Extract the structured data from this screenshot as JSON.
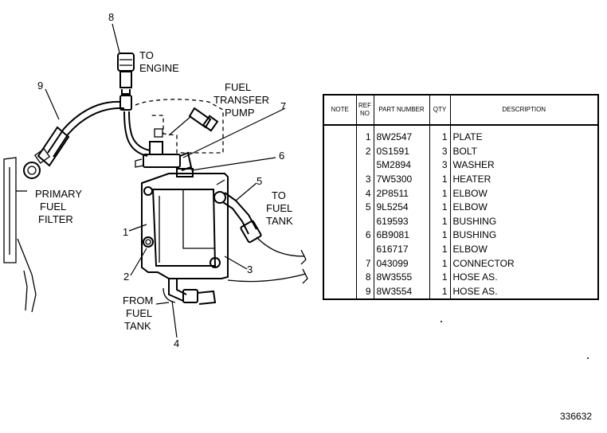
{
  "labels": {
    "to_engine": [
      "TO",
      "ENGINE"
    ],
    "fuel_transfer_pump": [
      "FUEL",
      "TRANSFER",
      "PUMP"
    ],
    "to_fuel_tank": [
      "TO",
      "FUEL",
      "TANK"
    ],
    "primary_fuel_filter": [
      "PRIMARY",
      "FUEL",
      "FILTER"
    ],
    "from_fuel_tank": [
      "FROM",
      "FUEL",
      "TANK"
    ]
  },
  "callouts": [
    "1",
    "2",
    "3",
    "4",
    "5",
    "6",
    "7",
    "8",
    "9"
  ],
  "table": {
    "headers": [
      "NOTE",
      "REF NO",
      "PART NUMBER",
      "QTY",
      "DESCRIPTION"
    ],
    "rows": [
      {
        "note": "",
        "ref": "1",
        "part": "8W2547",
        "qty": "1",
        "desc": "PLATE"
      },
      {
        "note": "",
        "ref": "2",
        "part": "0S1591",
        "qty": "3",
        "desc": "BOLT"
      },
      {
        "note": "",
        "ref": "",
        "part": "5M2894",
        "qty": "3",
        "desc": "WASHER"
      },
      {
        "note": "",
        "ref": "3",
        "part": "7W5300",
        "qty": "1",
        "desc": "HEATER"
      },
      {
        "note": "",
        "ref": "4",
        "part": "2P8511",
        "qty": "1",
        "desc": "ELBOW"
      },
      {
        "note": "",
        "ref": "5",
        "part": "9L5254",
        "qty": "1",
        "desc": "ELBOW"
      },
      {
        "note": "",
        "ref": "",
        "part": "619593",
        "qty": "1",
        "desc": "BUSHING"
      },
      {
        "note": "",
        "ref": "6",
        "part": "6B9081",
        "qty": "1",
        "desc": "BUSHING"
      },
      {
        "note": "",
        "ref": "",
        "part": "616717",
        "qty": "1",
        "desc": "ELBOW"
      },
      {
        "note": "",
        "ref": "7",
        "part": "043099",
        "qty": "1",
        "desc": "CONNECTOR"
      },
      {
        "note": "",
        "ref": "8",
        "part": "8W3555",
        "qty": "1",
        "desc": "HOSE AS."
      },
      {
        "note": "",
        "ref": "9",
        "part": "8W3554",
        "qty": "1",
        "desc": "HOSE AS."
      }
    ]
  },
  "figure_number": "336632"
}
